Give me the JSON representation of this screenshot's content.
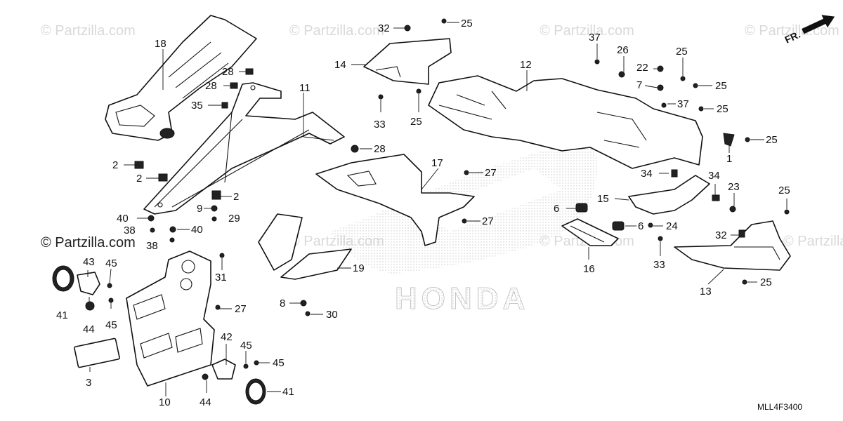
{
  "diagram": {
    "watermark_text": "© Partzilla.com",
    "diagram_code": "MLL4F3400",
    "direction_label": "FR.",
    "brand_logo_text": "HONDA",
    "callouts": [
      {
        "id": "c-18",
        "label": "18"
      },
      {
        "id": "c-28a",
        "label": "28"
      },
      {
        "id": "c-28b",
        "label": "28"
      },
      {
        "id": "c-28c",
        "label": "28"
      },
      {
        "id": "c-35",
        "label": "35"
      },
      {
        "id": "c-11",
        "label": "11"
      },
      {
        "id": "c-2a",
        "label": "2"
      },
      {
        "id": "c-2b",
        "label": "2"
      },
      {
        "id": "c-2c",
        "label": "2"
      },
      {
        "id": "c-9",
        "label": "9"
      },
      {
        "id": "c-29",
        "label": "29"
      },
      {
        "id": "c-40a",
        "label": "40"
      },
      {
        "id": "c-40b",
        "label": "40"
      },
      {
        "id": "c-38a",
        "label": "38"
      },
      {
        "id": "c-38b",
        "label": "38"
      },
      {
        "id": "c-43",
        "label": "43"
      },
      {
        "id": "c-45a",
        "label": "45"
      },
      {
        "id": "c-45b",
        "label": "45"
      },
      {
        "id": "c-45c",
        "label": "45"
      },
      {
        "id": "c-45d",
        "label": "45"
      },
      {
        "id": "c-41a",
        "label": "41"
      },
      {
        "id": "c-41b",
        "label": "41"
      },
      {
        "id": "c-44a",
        "label": "44"
      },
      {
        "id": "c-44b",
        "label": "44"
      },
      {
        "id": "c-3",
        "label": "3"
      },
      {
        "id": "c-10",
        "label": "10"
      },
      {
        "id": "c-31",
        "label": "31"
      },
      {
        "id": "c-27a",
        "label": "27"
      },
      {
        "id": "c-27b",
        "label": "27"
      },
      {
        "id": "c-27c",
        "label": "27"
      },
      {
        "id": "c-42",
        "label": "42"
      },
      {
        "id": "c-19",
        "label": "19"
      },
      {
        "id": "c-8",
        "label": "8"
      },
      {
        "id": "c-30",
        "label": "30"
      },
      {
        "id": "c-17",
        "label": "17"
      },
      {
        "id": "c-32a",
        "label": "32"
      },
      {
        "id": "c-32b",
        "label": "32"
      },
      {
        "id": "c-25a",
        "label": "25"
      },
      {
        "id": "c-25b",
        "label": "25"
      },
      {
        "id": "c-25c",
        "label": "25"
      },
      {
        "id": "c-25d",
        "label": "25"
      },
      {
        "id": "c-25e",
        "label": "25"
      },
      {
        "id": "c-25f",
        "label": "25"
      },
      {
        "id": "c-25g",
        "label": "25"
      },
      {
        "id": "c-25h",
        "label": "25"
      },
      {
        "id": "c-14",
        "label": "14"
      },
      {
        "id": "c-33a",
        "label": "33"
      },
      {
        "id": "c-33b",
        "label": "33"
      },
      {
        "id": "c-12",
        "label": "12"
      },
      {
        "id": "c-37a",
        "label": "37"
      },
      {
        "id": "c-37b",
        "label": "37"
      },
      {
        "id": "c-26",
        "label": "26"
      },
      {
        "id": "c-22",
        "label": "22"
      },
      {
        "id": "c-7",
        "label": "7"
      },
      {
        "id": "c-1",
        "label": "1"
      },
      {
        "id": "c-34a",
        "label": "34"
      },
      {
        "id": "c-34b",
        "label": "34"
      },
      {
        "id": "c-23",
        "label": "23"
      },
      {
        "id": "c-15",
        "label": "15"
      },
      {
        "id": "c-6a",
        "label": "6"
      },
      {
        "id": "c-6b",
        "label": "6"
      },
      {
        "id": "c-24",
        "label": "24"
      },
      {
        "id": "c-16",
        "label": "16"
      },
      {
        "id": "c-13",
        "label": "13"
      }
    ]
  }
}
